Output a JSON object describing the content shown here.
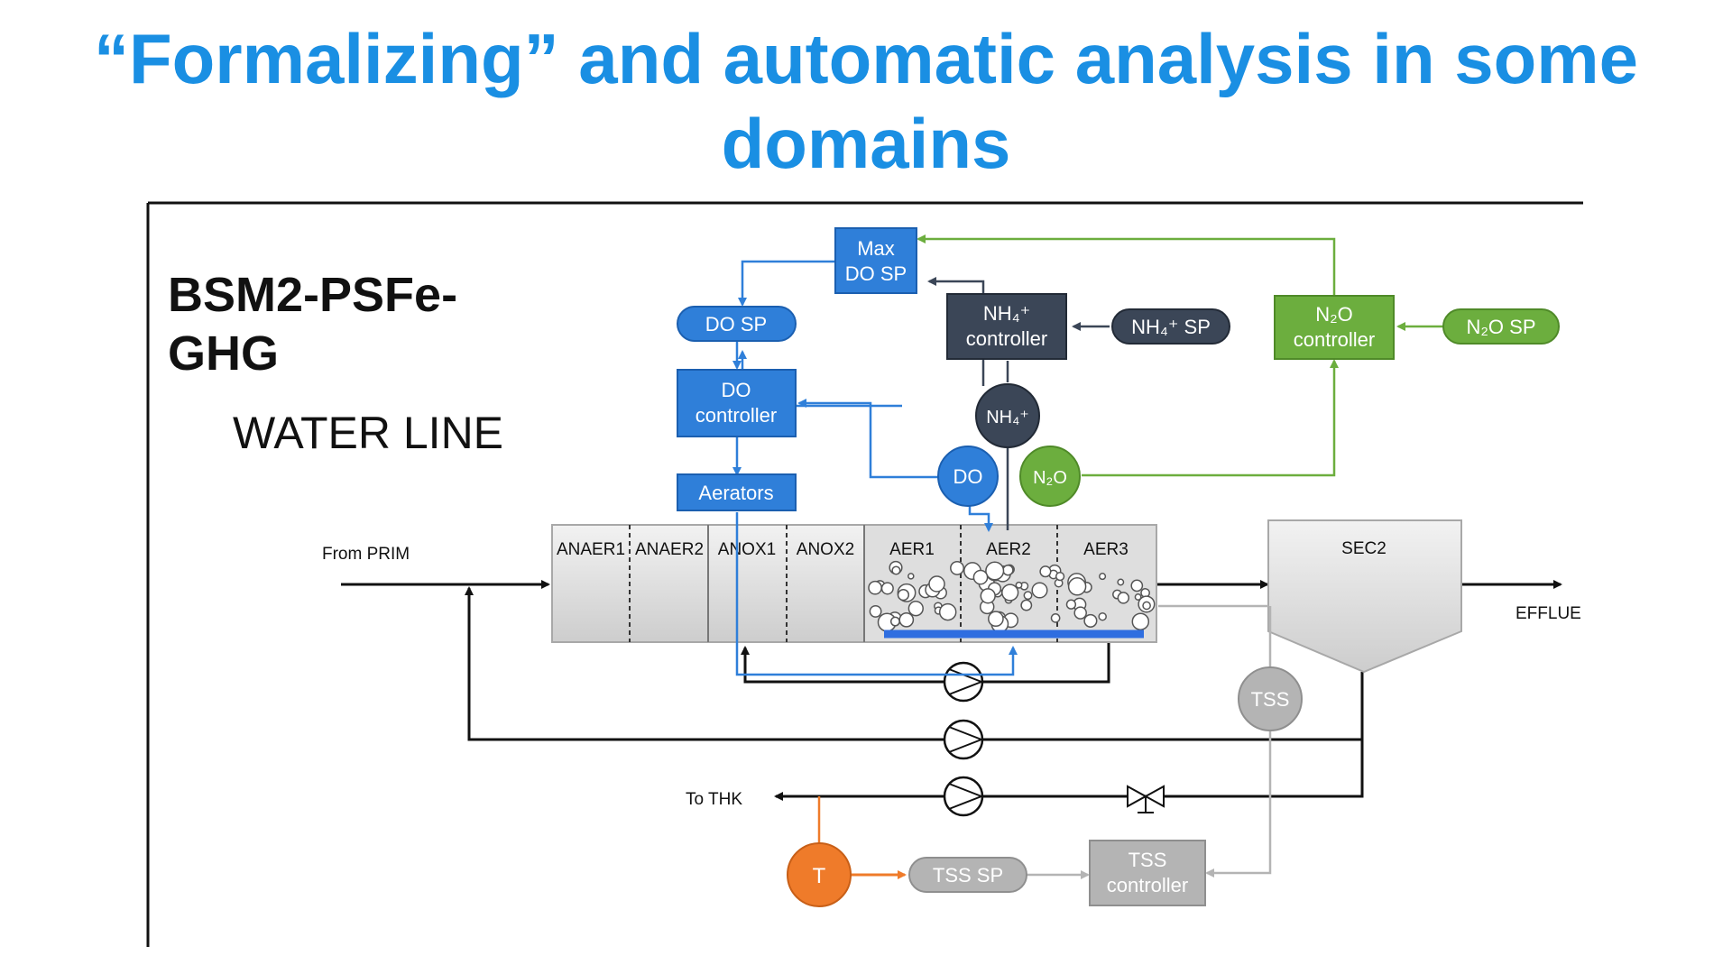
{
  "slide": {
    "title_line1": "“Formalizing” and automatic analysis in some",
    "title_line2": "domains"
  },
  "diagram": {
    "heading_line1": "BSM2-PSFe-",
    "heading_line2": "GHG",
    "subheading": "WATER LINE",
    "from_prim": "From PRIM",
    "to_thk": "To THK",
    "effluent": "EFFLUE",
    "tanks": [
      "ANAER1",
      "ANAER2",
      "ANOX1",
      "ANOX2",
      "AER1",
      "AER2",
      "AER3"
    ],
    "clarifier": "SEC2",
    "max_do_sp": [
      "Max",
      "DO SP"
    ],
    "do_sp": "DO SP",
    "do_controller": [
      "DO",
      "controller"
    ],
    "aerators": "Aerators",
    "nh4_controller": [
      "NH₄⁺",
      "controller"
    ],
    "nh4_sp": "NH₄⁺ SP",
    "n2o_controller": [
      "N₂O",
      "controller"
    ],
    "n2o_sp": "N₂O SP",
    "sensor_nh4": "NH₄⁺",
    "sensor_do": "DO",
    "sensor_n2o": "N₂O",
    "sensor_tss": "TSS",
    "sensor_t": "T",
    "tss_sp": "TSS SP",
    "tss_controller": [
      "TSS",
      "controller"
    ]
  },
  "colors": {
    "title": "#1a8fe3",
    "blue": "#2f7fd9",
    "dark": "#3b4657",
    "green": "#6cae3e",
    "grey": "#b4b4b4",
    "orange": "#ef7b2a"
  }
}
